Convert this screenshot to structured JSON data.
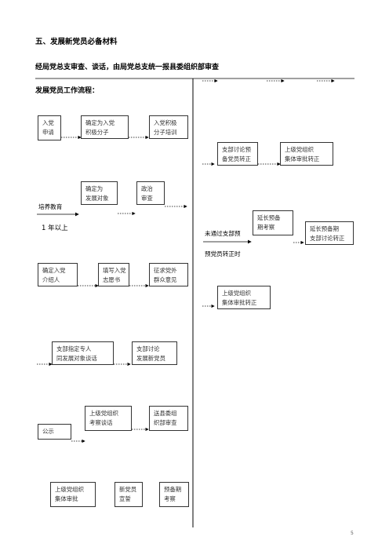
{
  "heading": "五、发展新党员必备材料",
  "subheading": "经局党总支审查、谈话，由局党总支统一报县委组织部审查",
  "flow_title": "发展党员工作流程：",
  "boxes": {
    "apply": "入党\n申请",
    "activist": "确定为入党\n积极分子",
    "training": "入党积极\n分子培训",
    "target": "确定为\n发展对象",
    "political": "政治\n审查",
    "introducer": "确定入党\n介绍人",
    "form": "填写入党\n志愿书",
    "opinion": "征求党外\n群众意见",
    "talk": "支部指定专人\n同发展对象谈话",
    "discuss": "支部讨论\n发展新党员",
    "review_talk": "上级党组织\n考察谈话",
    "county": "送县委组\n织部审查",
    "publicity": "公示",
    "approve": "上级党组织\n集体审批",
    "oath": "新党员\n宣誓",
    "probation": "预备期\n考察",
    "branch_full": "支部讨论预\n备党员转正",
    "upper_full": "上级党组织\n集体审批转正",
    "extend": "延长预备\n期考察",
    "extend_discuss": "延长预备期\n支部讨论转正",
    "upper_full2": "上级党组织\n集体审批转正"
  },
  "labels": {
    "cultivate": "培养教育",
    "one_year": "1 年以上",
    "not_passed": "未通过支部预",
    "at_full": "预党员转正时"
  },
  "page_number": "5"
}
